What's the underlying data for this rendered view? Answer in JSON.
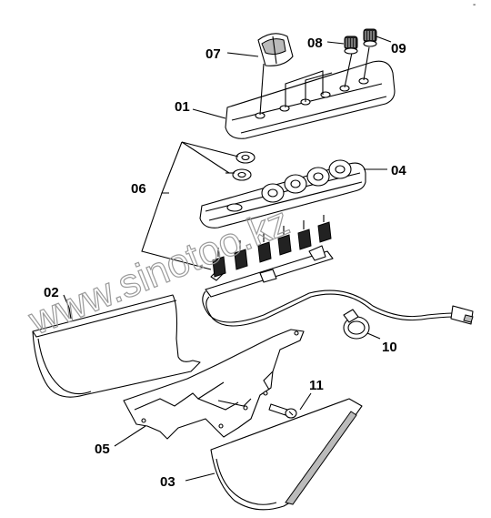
{
  "labels": {
    "p01": "01",
    "p02": "02",
    "p03": "03",
    "p04": "04",
    "p05": "05",
    "p06": "06",
    "p07": "07",
    "p08": "08",
    "p09": "09",
    "p10": "10",
    "p11": "11"
  },
  "watermark": "www.sinotoo.kz",
  "corner_mark": "-"
}
